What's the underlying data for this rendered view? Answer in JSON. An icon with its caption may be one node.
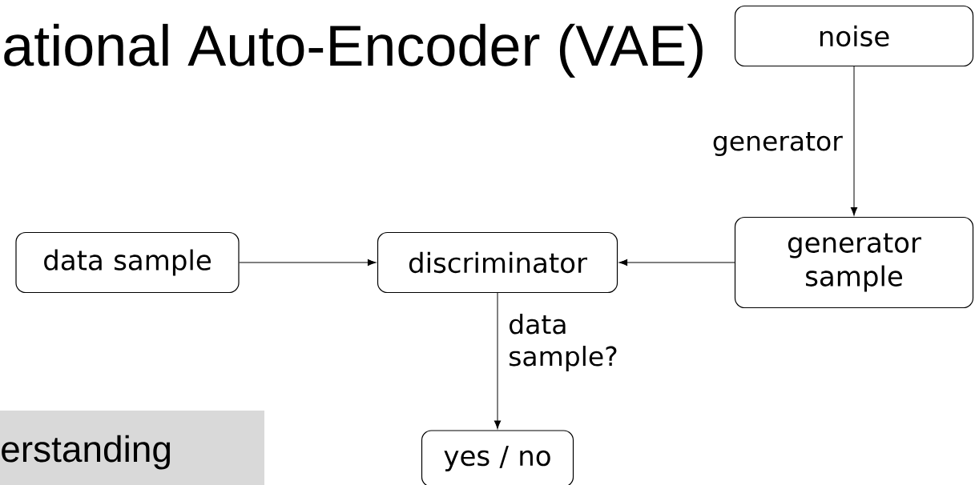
{
  "diagram": {
    "title": "ational Auto-Encoder (VAE)",
    "nodes": [
      {
        "text": [
          "noise"
        ]
      },
      {
        "text": [
          "generator sample"
        ]
      },
      {
        "text": [
          "discriminator"
        ]
      },
      {
        "text": [
          "data sample"
        ]
      },
      {
        "text": [
          "yes / no"
        ]
      }
    ],
    "edges": [
      {
        "from": 0,
        "to": 1,
        "arrow": "to",
        "label": "generator"
      },
      {
        "from": 3,
        "to": 2,
        "arrow": "to"
      },
      {
        "from": 1,
        "to": 2,
        "arrow": "to"
      },
      {
        "from": 2,
        "to": 4,
        "arrow": "to",
        "label": "data sample?"
      }
    ],
    "labels": [
      "erstanding"
    ]
  }
}
